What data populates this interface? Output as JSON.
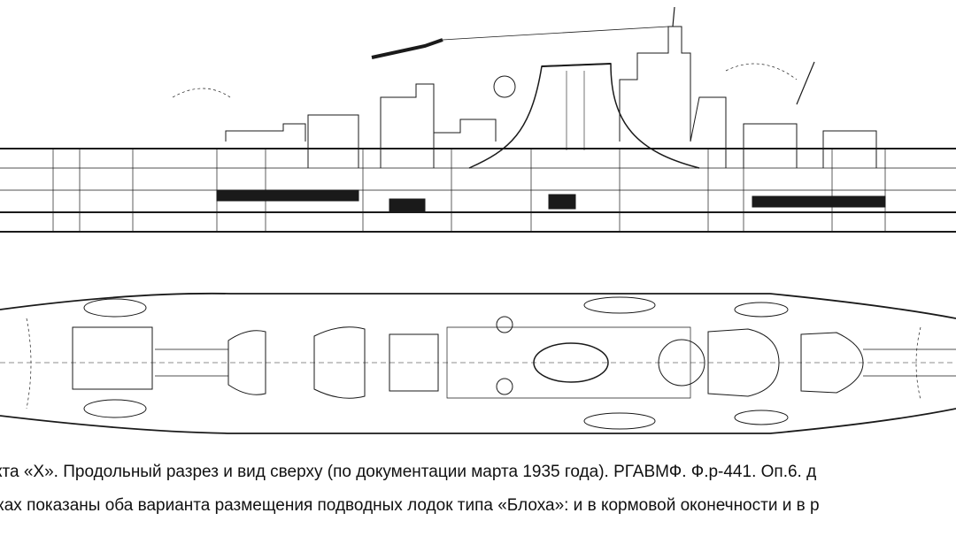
{
  "document": {
    "caption_line1": "кта «Х». Продольный разрез и вид сверху (по документации марта 1935 года). РГАВМФ. Ф.р-441. Оп.6. д",
    "caption_line2": "ках показаны оба варианта размещения подводных лодок типа «Блоха»: и в кормовой оконечности и в р"
  },
  "drawing": {
    "views": [
      "longitudinal-section",
      "plan-view"
    ],
    "ink_color": "#1a1a1a",
    "paper_color": "#ffffff"
  }
}
